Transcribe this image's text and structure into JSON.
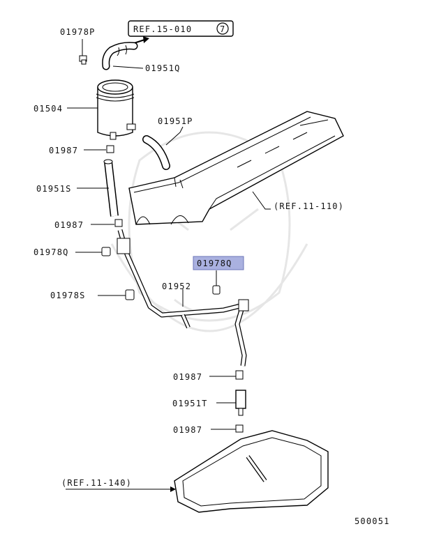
{
  "labels": {
    "p01978P": "01978P",
    "p01951Q": "01951Q",
    "p01504": "01504",
    "p01951P": "01951P",
    "p01987a": "01987",
    "p01951S": "01951S",
    "p01987b": "01987",
    "p01978Q_left": "01978Q",
    "p01978Q_hl": "01978Q",
    "p01978S": "01978S",
    "p01952": "01952",
    "p01987c": "01987",
    "p01951T": "01951T",
    "p01987d": "01987"
  },
  "refs": {
    "ref_15_010": "REF.15-010",
    "ref_15_010_circle": "7",
    "ref_11_110": "(REF.11-110)",
    "ref_11_140": "(REF.11-140)"
  },
  "diagram_number": "500051",
  "colors": {
    "highlight_bg": "#aab1e0",
    "highlight_border": "#6c76b8"
  }
}
